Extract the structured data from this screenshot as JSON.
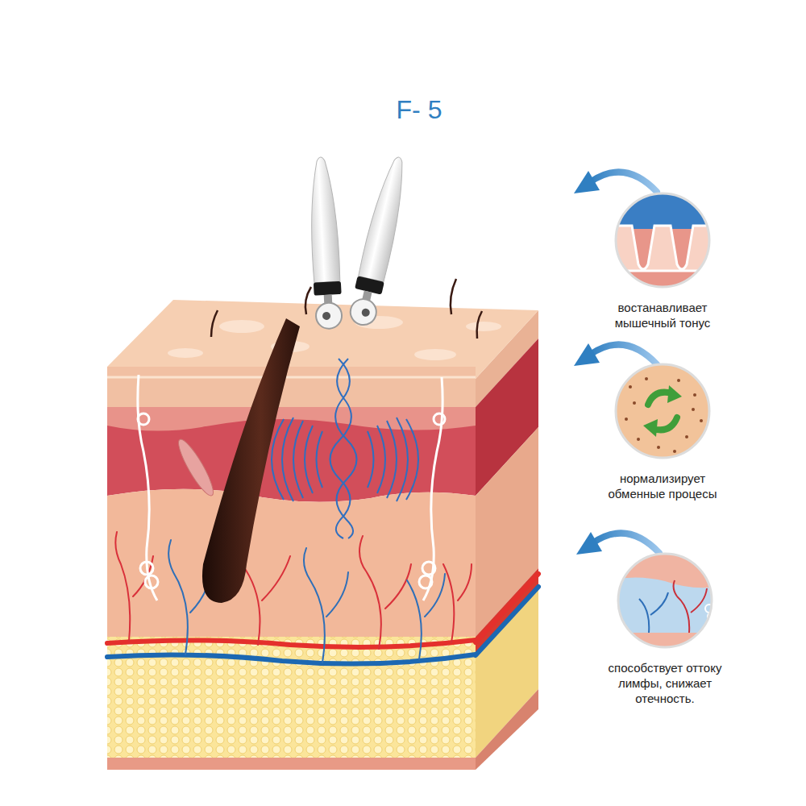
{
  "diagram": {
    "title": "F- 5",
    "nodes": [
      {
        "text": [
          "востанавливает мышечный тонус"
        ]
      },
      {
        "text": [
          "нормализирует обменные процесы"
        ]
      },
      {
        "text": [
          "способствует оттоку лимфы, снижает отечность."
        ]
      }
    ]
  }
}
